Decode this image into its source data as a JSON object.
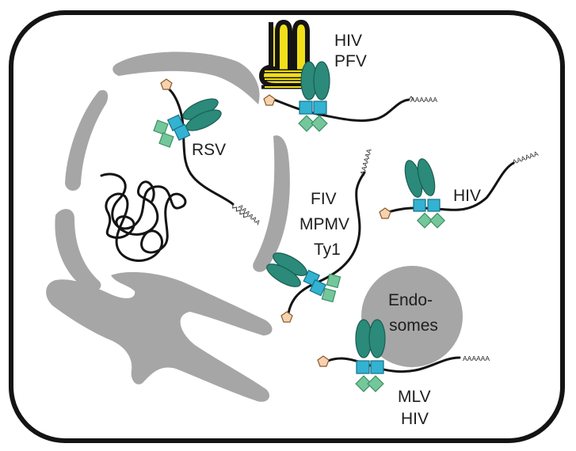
{
  "labels": {
    "rsv": "RSV",
    "hiv_pfv": [
      "HIV",
      "PFV"
    ],
    "hiv_right": "HIV",
    "fiv_group": [
      "FIV",
      "MPMV",
      "Ty1"
    ],
    "endosomes": [
      "Endo-",
      "somes"
    ],
    "mlv_hiv": [
      "MLV",
      "HIV"
    ],
    "polya_tail": "AAAAAA"
  },
  "colors": {
    "cell_border": "#141414",
    "organelle": "#a6a6a6",
    "ellipse": "#2b8a7a",
    "blue_square": "#33b2d2",
    "green_square": "#74c79b",
    "pentagon": "#f6d2b0",
    "golgi_yellow": "#f2df1a"
  },
  "icons": [
    "pentagon-cap-icon",
    "protein-complex-icon",
    "polya-tail-icon",
    "ribosome-icon"
  ]
}
